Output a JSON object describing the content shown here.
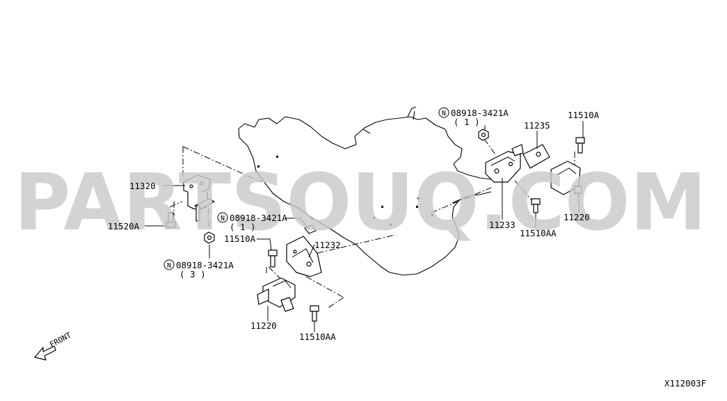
{
  "diagram": {
    "code": "X112003F",
    "front_label": "FRONT",
    "watermark": "PARTSOUQ.COM",
    "callouts": [
      {
        "id": "11320",
        "label": "11320"
      },
      {
        "id": "11520A",
        "label": "11520A"
      },
      {
        "id": "08918-3421A-3",
        "prefix": "N",
        "label": "08918-3421A",
        "qty": "( 3 )"
      },
      {
        "id": "08918-3421A-1-lower",
        "prefix": "N",
        "label": "08918-3421A",
        "qty": "( 1 )"
      },
      {
        "id": "11510A-lower",
        "label": "11510A"
      },
      {
        "id": "11232",
        "label": "11232"
      },
      {
        "id": "11220-lower",
        "label": "11220"
      },
      {
        "id": "11510AA-lower",
        "label": "11510AA"
      },
      {
        "id": "08918-3421A-1-upper",
        "prefix": "N",
        "label": "08918-3421A",
        "qty": "( 1 )"
      },
      {
        "id": "11235",
        "label": "11235"
      },
      {
        "id": "11510A-upper",
        "label": "11510A"
      },
      {
        "id": "11233",
        "label": "11233"
      },
      {
        "id": "11510AA-upper",
        "label": "11510AA"
      },
      {
        "id": "11220-upper",
        "label": "11220"
      }
    ]
  }
}
